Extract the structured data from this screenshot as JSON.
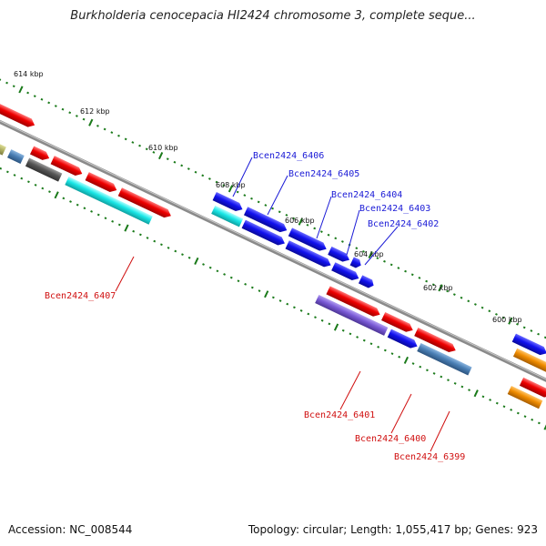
{
  "title": "Burkholderia cenocepacia HI2424 chromosome 3, complete seque...",
  "footer": {
    "accession": "Accession: NC_008544",
    "topology": "Topology: circular; Length: 1,055,417 bp; Genes: 923"
  },
  "ruler_labels": [
    "614 kbp",
    "612 kbp",
    "610 kbp",
    "608 kbp",
    "606 kbp",
    "604 kbp",
    "602 kbp",
    "600 kbp"
  ],
  "gene_tags": {
    "top_strand": [
      "Bcen2424_6406",
      "Bcen2424_6405",
      "Bcen2424_6404",
      "Bcen2424_6403",
      "Bcen2424_6402"
    ],
    "bottom_strand": [
      "Bcen2424_6407",
      "Bcen2424_6401",
      "Bcen2424_6400",
      "Bcen2424_6399"
    ]
  },
  "colors": {
    "backbone": "#8a8a8a",
    "tick": "#1a7a1a",
    "forward_gene": "#ee0000",
    "reverse_gene": "#1111ee",
    "cyan_gene": "#19e6e6",
    "gray_gene": "#555555",
    "olive_gene": "#b3b366",
    "steel_gene": "#4a7fb5",
    "purple_gene": "#7a5ad6",
    "orange_gene": "#f08c00"
  }
}
